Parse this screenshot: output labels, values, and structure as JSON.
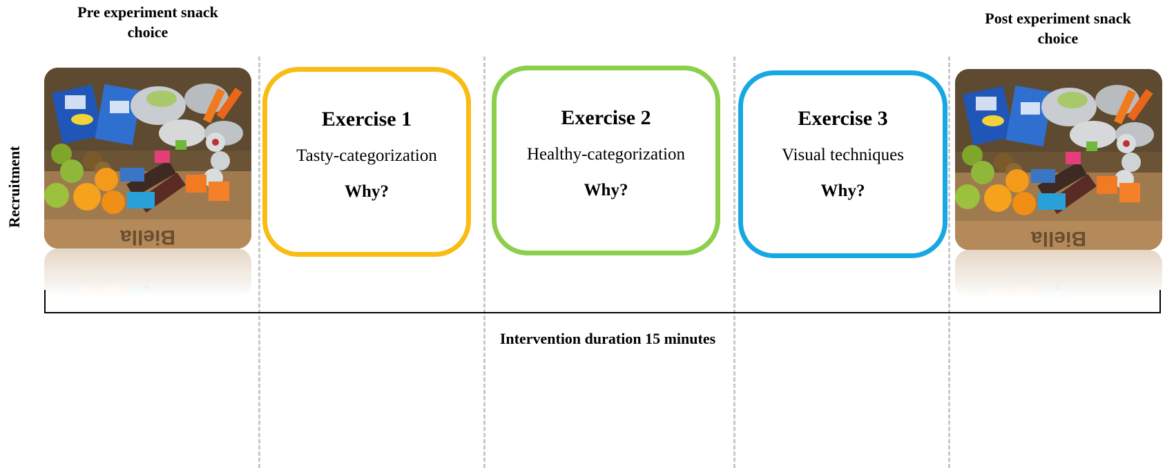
{
  "pre_caption_line1": "Pre experiment snack",
  "pre_caption_line2": "choice",
  "post_caption_line1": "Post experiment snack",
  "post_caption_line2": "choice",
  "side_label": "Recruitment",
  "exercises": [
    {
      "title": "Exercise 1",
      "subtitle": "Tasty-categorization",
      "question": "Why?",
      "color": "#f9bc15"
    },
    {
      "title": "Exercise 2",
      "subtitle": "Healthy-categorization",
      "question": "Why?",
      "color": "#8ccf4d"
    },
    {
      "title": "Exercise 3",
      "subtitle": "Visual techniques",
      "question": "Why?",
      "color": "#17a8e3"
    }
  ],
  "duration_label": "Intervention duration 15 minutes",
  "photo_text": "Biella"
}
